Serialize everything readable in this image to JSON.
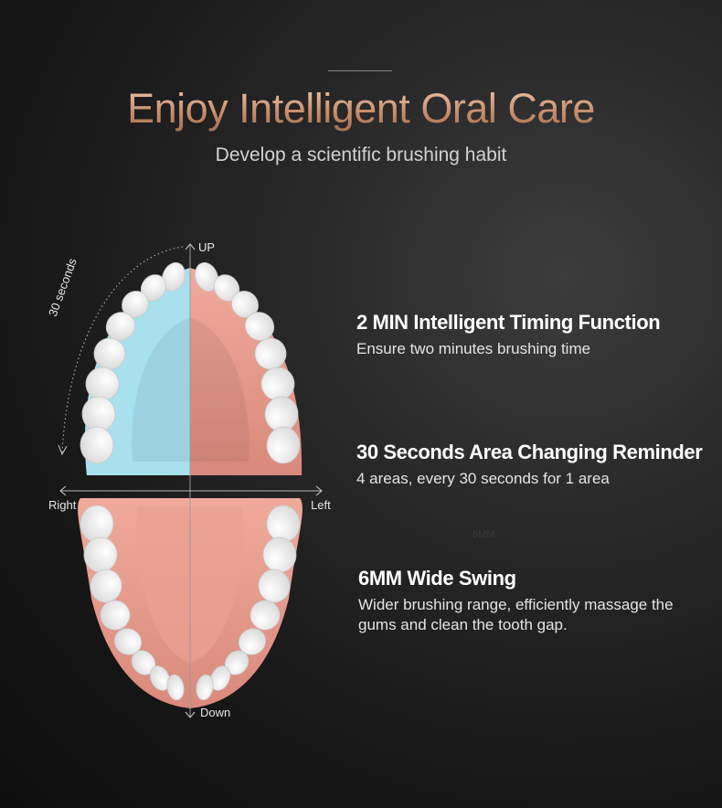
{
  "header": {
    "title": "Enjoy Intelligent Oral Care",
    "subtitle": "Develop a scientific brushing habit"
  },
  "diagram": {
    "label_up": "UP",
    "label_down": "Down",
    "label_right": "Right",
    "label_left": "Left",
    "label_timer": "30 seconds",
    "colors": {
      "highlight_area": "#a8e0ee",
      "gum": "#e0968a",
      "teeth": "#f2f2f2"
    }
  },
  "features": [
    {
      "title": "2 MIN Intelligent Timing Function",
      "desc": "Ensure two minutes brushing time"
    },
    {
      "title": "30 Seconds Area Changing Reminder",
      "desc": "4 areas, every 30 seconds for 1 area"
    },
    {
      "title": "6MM Wide Swing",
      "desc": "Wider brushing range, efficiently massage the gums and clean the tooth gap."
    }
  ],
  "ghost_text": "6MM"
}
